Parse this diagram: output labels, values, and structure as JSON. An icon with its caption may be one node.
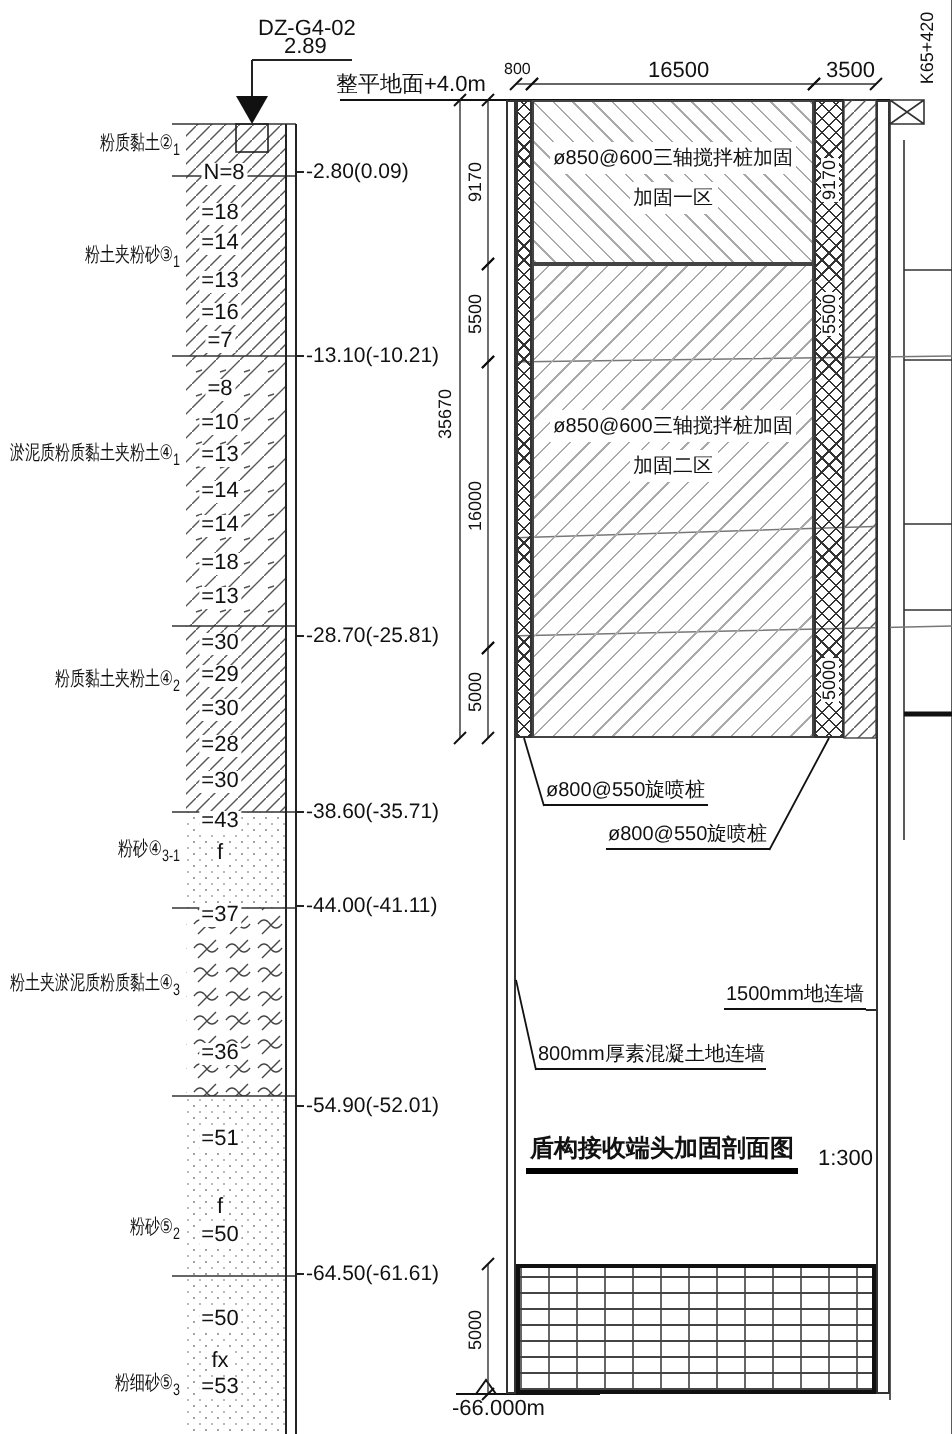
{
  "diagram": {
    "title": "盾构接收端头加固剖面图",
    "nodes": [
      {
        "text": [
          "ø850@600三轴搅拌桩加固",
          "加固一区"
        ]
      },
      {
        "text": [
          "ø850@600三轴搅拌桩加固",
          "加固二区"
        ]
      },
      {
        "text": [],
        "shape": "bar"
      },
      {
        "text": [],
        "shape": "bar"
      },
      {
        "text": [],
        "shape": "bar"
      },
      {
        "text": [],
        "shape": "bar"
      },
      {
        "text": [],
        "shape": "box"
      },
      {
        "text": [
          "ø800@550旋喷桩"
        ]
      },
      {
        "text": [
          "ø800@550旋喷桩"
        ]
      },
      {
        "text": [
          "1500mm地连墙"
        ]
      },
      {
        "text": [
          "800mm厚素混凝土地连墙"
        ]
      }
    ],
    "edges": [
      {
        "from": 7,
        "to": 3,
        "arrow": "none"
      },
      {
        "from": 8,
        "to": 4,
        "arrow": "none"
      },
      {
        "from": 9,
        "to": 5,
        "arrow": "none"
      },
      {
        "from": 10,
        "to": 2,
        "arrow": "none"
      }
    ],
    "labels": [
      "DZ-G4-02",
      "2.89",
      "整平地面+4.0m",
      "800",
      "16500",
      "3500",
      "K65+420",
      "粉质黏土②$_{1}$",
      "N=8",
      "-2.80(0.09)",
      "=18",
      "=14",
      "粉土夹粉砂③$_{1}$",
      "=13",
      "=16",
      "=7",
      "-13.10(-10.21)",
      "=8",
      "=10",
      "淤泥质粉质黏土夹粉土④$_{1}$",
      "=13",
      "=14",
      "=14",
      "=18",
      "=13",
      "=30",
      "-28.70(-25.81)",
      "=29",
      "粉质黏土夹粉土④$_{2}$",
      "=30",
      "=28",
      "=30",
      "=43",
      "-38.60(-35.71)",
      "粉砂④$_{3-1}$",
      "f",
      "=37",
      "-44.00(-41.11)",
      "粉土夹淤泥质粉质黏土④$_{3}$",
      "=36",
      "-54.90(-52.01)",
      "=51",
      "f",
      "粉砂⑤$_{2}$",
      "=50",
      "-64.50(-61.61)",
      "=50",
      "fx",
      "粉细砂⑤$_{3}$",
      "=53",
      "9170",
      "5500",
      "35670",
      "16000",
      "5000",
      "9170",
      "5500",
      "5000",
      "1:300",
      "5000",
      "-66.000m"
    ]
  }
}
